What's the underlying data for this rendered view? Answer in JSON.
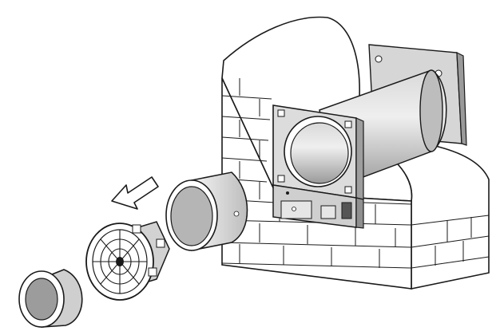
{
  "illustration": {
    "colors": {
      "background": "#ffffff",
      "wall_face": "#ffffff",
      "line": "#1a1a1a",
      "tube_light": "#e6e6e6",
      "tube_mid": "#c4c4c4",
      "tube_dark": "#8f8f8f",
      "plate_fill": "#d8d8d8",
      "filter_fill": "#b5b5b5",
      "sleeve_outer": "#cfcfcf",
      "sleeve_inner": "#9c9c9c"
    },
    "components": [
      {
        "id": "brick-wall",
        "label": ""
      },
      {
        "id": "exterior-grille",
        "label": ""
      },
      {
        "id": "wall-duct-tube",
        "label": ""
      },
      {
        "id": "mounting-plate",
        "label": ""
      },
      {
        "id": "control-unit",
        "label": ""
      },
      {
        "id": "filter-cartridge",
        "label": ""
      },
      {
        "id": "fan-module",
        "label": ""
      },
      {
        "id": "outer-sleeve",
        "label": ""
      }
    ],
    "arrow": {
      "direction": "toward-lower-left",
      "meaning": "disassembly"
    }
  }
}
